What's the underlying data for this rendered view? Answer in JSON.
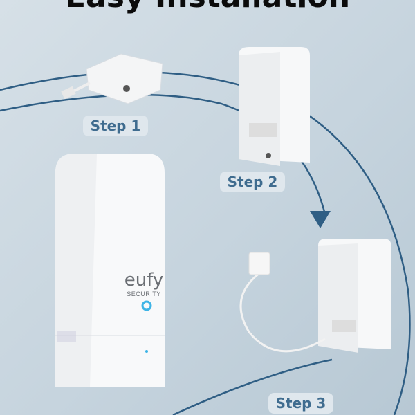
{
  "title": "Easy Installation",
  "steps": [
    "Step 1",
    "Step 2",
    "Step 3"
  ],
  "hub": {
    "brand": "eufy",
    "sub": "SECURITY"
  },
  "colors": {
    "line": "#2f5e84",
    "step_text": "#3f6c8f",
    "led": "#3db4e6"
  }
}
